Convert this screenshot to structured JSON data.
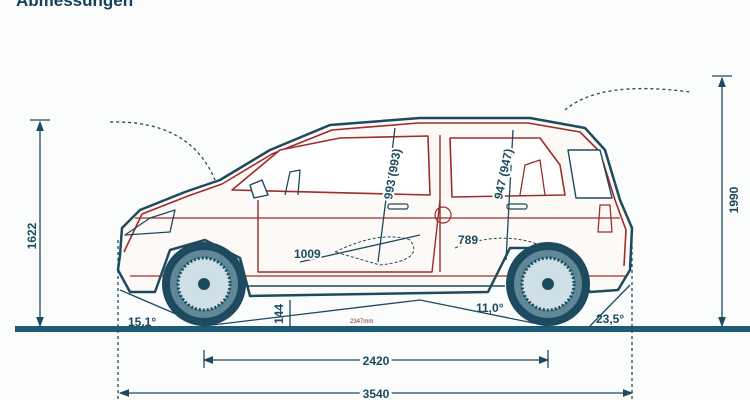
{
  "title": "Abmessungen",
  "colors": {
    "outline": "#1d4a5e",
    "body_red": "#9b2d2d",
    "ground": "#1d5a75"
  },
  "dimensions": {
    "height_front": "1622",
    "height_total": "1990",
    "wheelbase": "2420",
    "length": "3540",
    "ground_clearance": "144",
    "approach_angle": "15,1°",
    "departure_angle": "23,5°",
    "ramp_angle": "11,0°",
    "front_legroom": "1009",
    "rear_legroom": "789",
    "front_headroom": "993 (993)",
    "rear_headroom": "947 (947)",
    "underbody_note": "2347mm"
  }
}
